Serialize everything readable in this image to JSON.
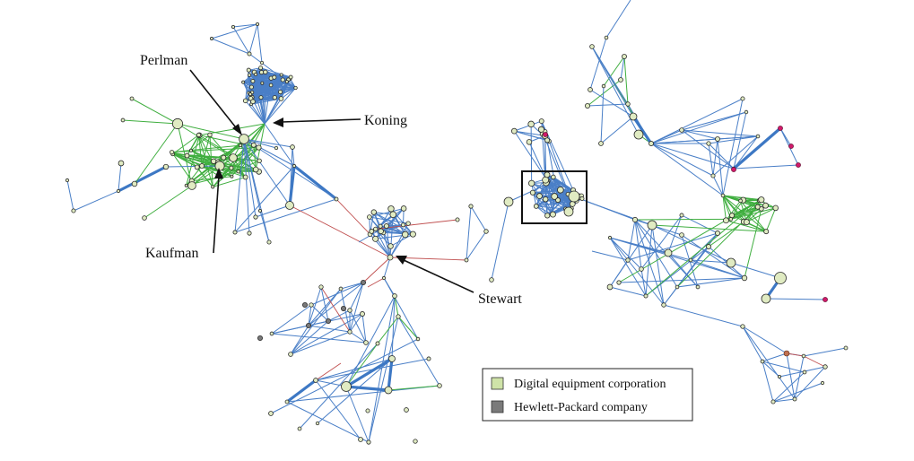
{
  "annotations": {
    "perlman": "Perlman",
    "koning": "Koning",
    "kaufman": "Kaufman",
    "stewart": "Stewart"
  },
  "legend": {
    "items": [
      {
        "label": "Digital equipment corporation",
        "color": "#cfe3a8"
      },
      {
        "label": "Hewlett-Packard company",
        "color": "#7a7a7a"
      }
    ]
  },
  "colors": {
    "edge_blue": "#4a7fc7",
    "edge_green": "#3fae3f",
    "edge_red": "#c05050",
    "node_default": "#e0ebc2",
    "node_magenta": "#d01a6a"
  }
}
